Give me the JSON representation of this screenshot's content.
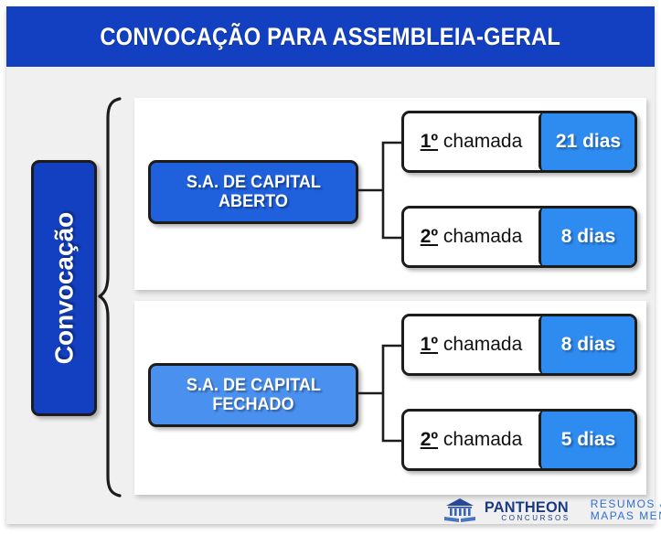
{
  "header": {
    "title": "CONVOCAÇÃO PARA ASSEMBLEIA-GERAL"
  },
  "root": {
    "label": "Convocação"
  },
  "groups": [
    {
      "category_line1": "S.A. DE CAPITAL",
      "category_line2": "ABERTO",
      "leaves": [
        {
          "ordinal": "1º",
          "call_label": "chamada",
          "days": "21 dias"
        },
        {
          "ordinal": "2º",
          "call_label": "chamada",
          "days": "8 dias"
        }
      ]
    },
    {
      "category_line1": "S.A. DE CAPITAL",
      "category_line2": "FECHADO",
      "leaves": [
        {
          "ordinal": "1º",
          "call_label": "chamada",
          "days": "8 dias"
        },
        {
          "ordinal": "2º",
          "call_label": "chamada",
          "days": "5 dias"
        }
      ]
    }
  ],
  "logo": {
    "name": "PANTHEON",
    "subtitle": "CONCURSOS",
    "tagline_line1": "RESUMOS &",
    "tagline_line2": "MAPAS MENTAIS"
  },
  "colors": {
    "header_blue": "#1340c0",
    "root_blue": "#1340c0",
    "aberto_blue": "#1f60dc",
    "fechado_blue": "#4a90ee",
    "badge_blue": "#2e8bf0",
    "board_gray": "#f0f0f0",
    "outline": "#1c1c1c",
    "logo_navy": "#1b3a86",
    "logo_blue": "#2f6fd0"
  }
}
